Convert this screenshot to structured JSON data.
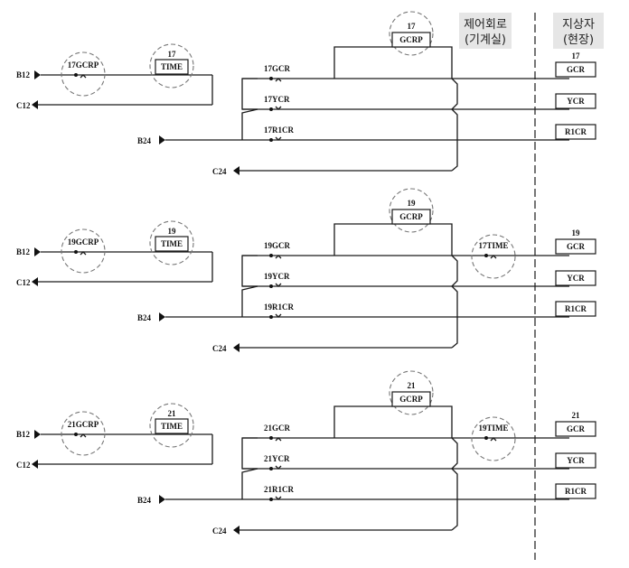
{
  "header": {
    "control_room_line1": "제어회로",
    "control_room_line2": "(기계실)",
    "field_line1": "지상자",
    "field_line2": "(현장)"
  },
  "sections": [
    {
      "id": "17",
      "left": {
        "bus_in": "B12",
        "bus_out": "C12",
        "contact": "17GCRP",
        "relay_num": "17",
        "relay_label": "TIME"
      },
      "right": {
        "top_relay_num": "17",
        "top_relay_label": "GCRP",
        "contact_gcr": "17GCR",
        "contact_ycr": "17YCR",
        "contact_r1cr": "17R1CR",
        "bus_in": "B24",
        "bus_out": "C24",
        "time_contact": "",
        "field_num": "17",
        "field_gcr": "GCR",
        "field_ycr": "YCR",
        "field_r1cr": "R1CR"
      }
    },
    {
      "id": "19",
      "left": {
        "bus_in": "B12",
        "bus_out": "C12",
        "contact": "19GCRP",
        "relay_num": "19",
        "relay_label": "TIME"
      },
      "right": {
        "top_relay_num": "19",
        "top_relay_label": "GCRP",
        "contact_gcr": "19GCR",
        "contact_ycr": "19YCR",
        "contact_r1cr": "19R1CR",
        "bus_in": "B24",
        "bus_out": "C24",
        "time_contact": "17TIME",
        "field_num": "19",
        "field_gcr": "GCR",
        "field_ycr": "YCR",
        "field_r1cr": "R1CR"
      }
    },
    {
      "id": "21",
      "left": {
        "bus_in": "B12",
        "bus_out": "C12",
        "contact": "21GCRP",
        "relay_num": "21",
        "relay_label": "TIME"
      },
      "right": {
        "top_relay_num": "21",
        "top_relay_label": "GCRP",
        "contact_gcr": "21GCR",
        "contact_ycr": "21YCR",
        "contact_r1cr": "21R1CR",
        "bus_in": "B24",
        "bus_out": "C24",
        "time_contact": "19TIME",
        "field_num": "21",
        "field_gcr": "GCR",
        "field_ycr": "YCR",
        "field_r1cr": "R1CR"
      }
    }
  ]
}
